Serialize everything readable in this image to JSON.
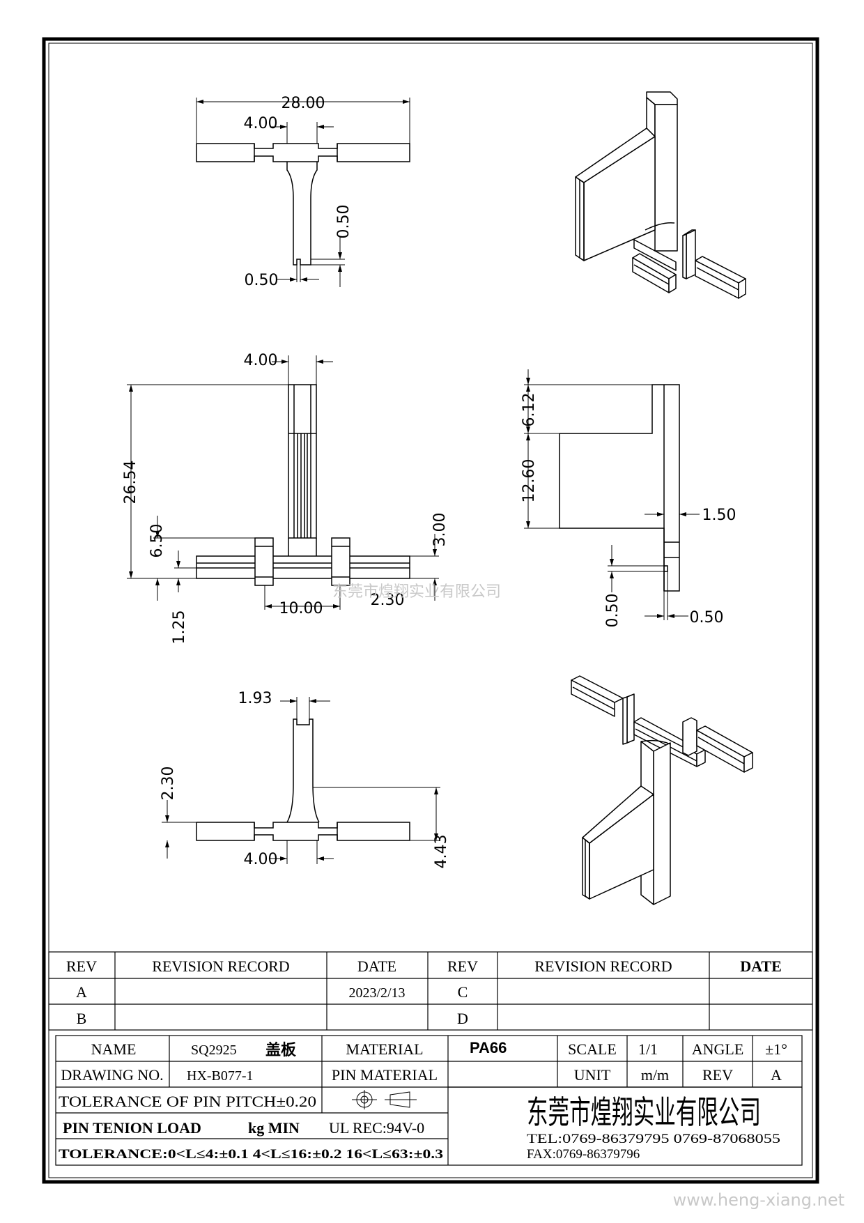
{
  "dimensions": {
    "top_total_width": "28.00",
    "top_neck_width": "4.00",
    "top_slot_depth": "0.50",
    "top_slot_width": "0.50",
    "front_top_width": "4.00",
    "front_height": "26.54",
    "front_flange_height": "6.50",
    "front_bottom_offset": "1.25",
    "front_right_height": "3.00",
    "front_center_width": "10.00",
    "front_slot_width": "2.30",
    "side_top_height": "6.12",
    "side_panel_height": "12.60",
    "side_wall_thickness": "1.50",
    "side_slot_height": "0.50",
    "side_slot_width": "0.50",
    "bottom_tip_width": "1.93",
    "bottom_upper_height": "2.30",
    "bottom_total_height": "4.43",
    "bottom_neck_width": "4.00"
  },
  "watermark_center": "东莞市煌翔实业有限公司",
  "watermark_corner": "www.heng-xiang.net",
  "revision_table": {
    "headers": [
      "REV",
      "REVISION RECORD",
      "DATE",
      "REV",
      "REVISION RECORD",
      "DATE"
    ],
    "rows": [
      [
        "A",
        "",
        "2023/2/13",
        "C",
        "",
        ""
      ],
      [
        "B",
        "",
        "",
        "D",
        "",
        ""
      ]
    ]
  },
  "title_block": {
    "name_label": "NAME",
    "name_value": "SQ2925",
    "name_cn": "盖板",
    "material_label": "MATERIAL",
    "material_value": "PA66",
    "scale_label": "SCALE",
    "scale_value": "1/1",
    "angle_label": "ANGLE",
    "angle_value": "±1°",
    "drawing_label": "DRAWING NO.",
    "drawing_value": "HX-B077-1",
    "pin_material_label": "PIN MATERIAL",
    "unit_label": "UNIT",
    "unit_value": "m/m",
    "rev_label": "REV",
    "rev_value": "A",
    "tolerance_pin_pitch": "TOLERANCE OF PIN PITCH±0.20",
    "pin_tension_label": "PIN TENION LOAD",
    "pin_tension_unit": "kg MIN",
    "ul_rec": "UL REC:94V-0",
    "tolerance_line": "TOLERANCE:0<L≤4:±0.1  4<L≤16:±0.2  16<L≤63:±0.3",
    "company": "东莞市煌翔实业有限公司",
    "tel": "TEL:0769-86379795    0769-87068055",
    "fax": "FAX:0769-86379796"
  }
}
